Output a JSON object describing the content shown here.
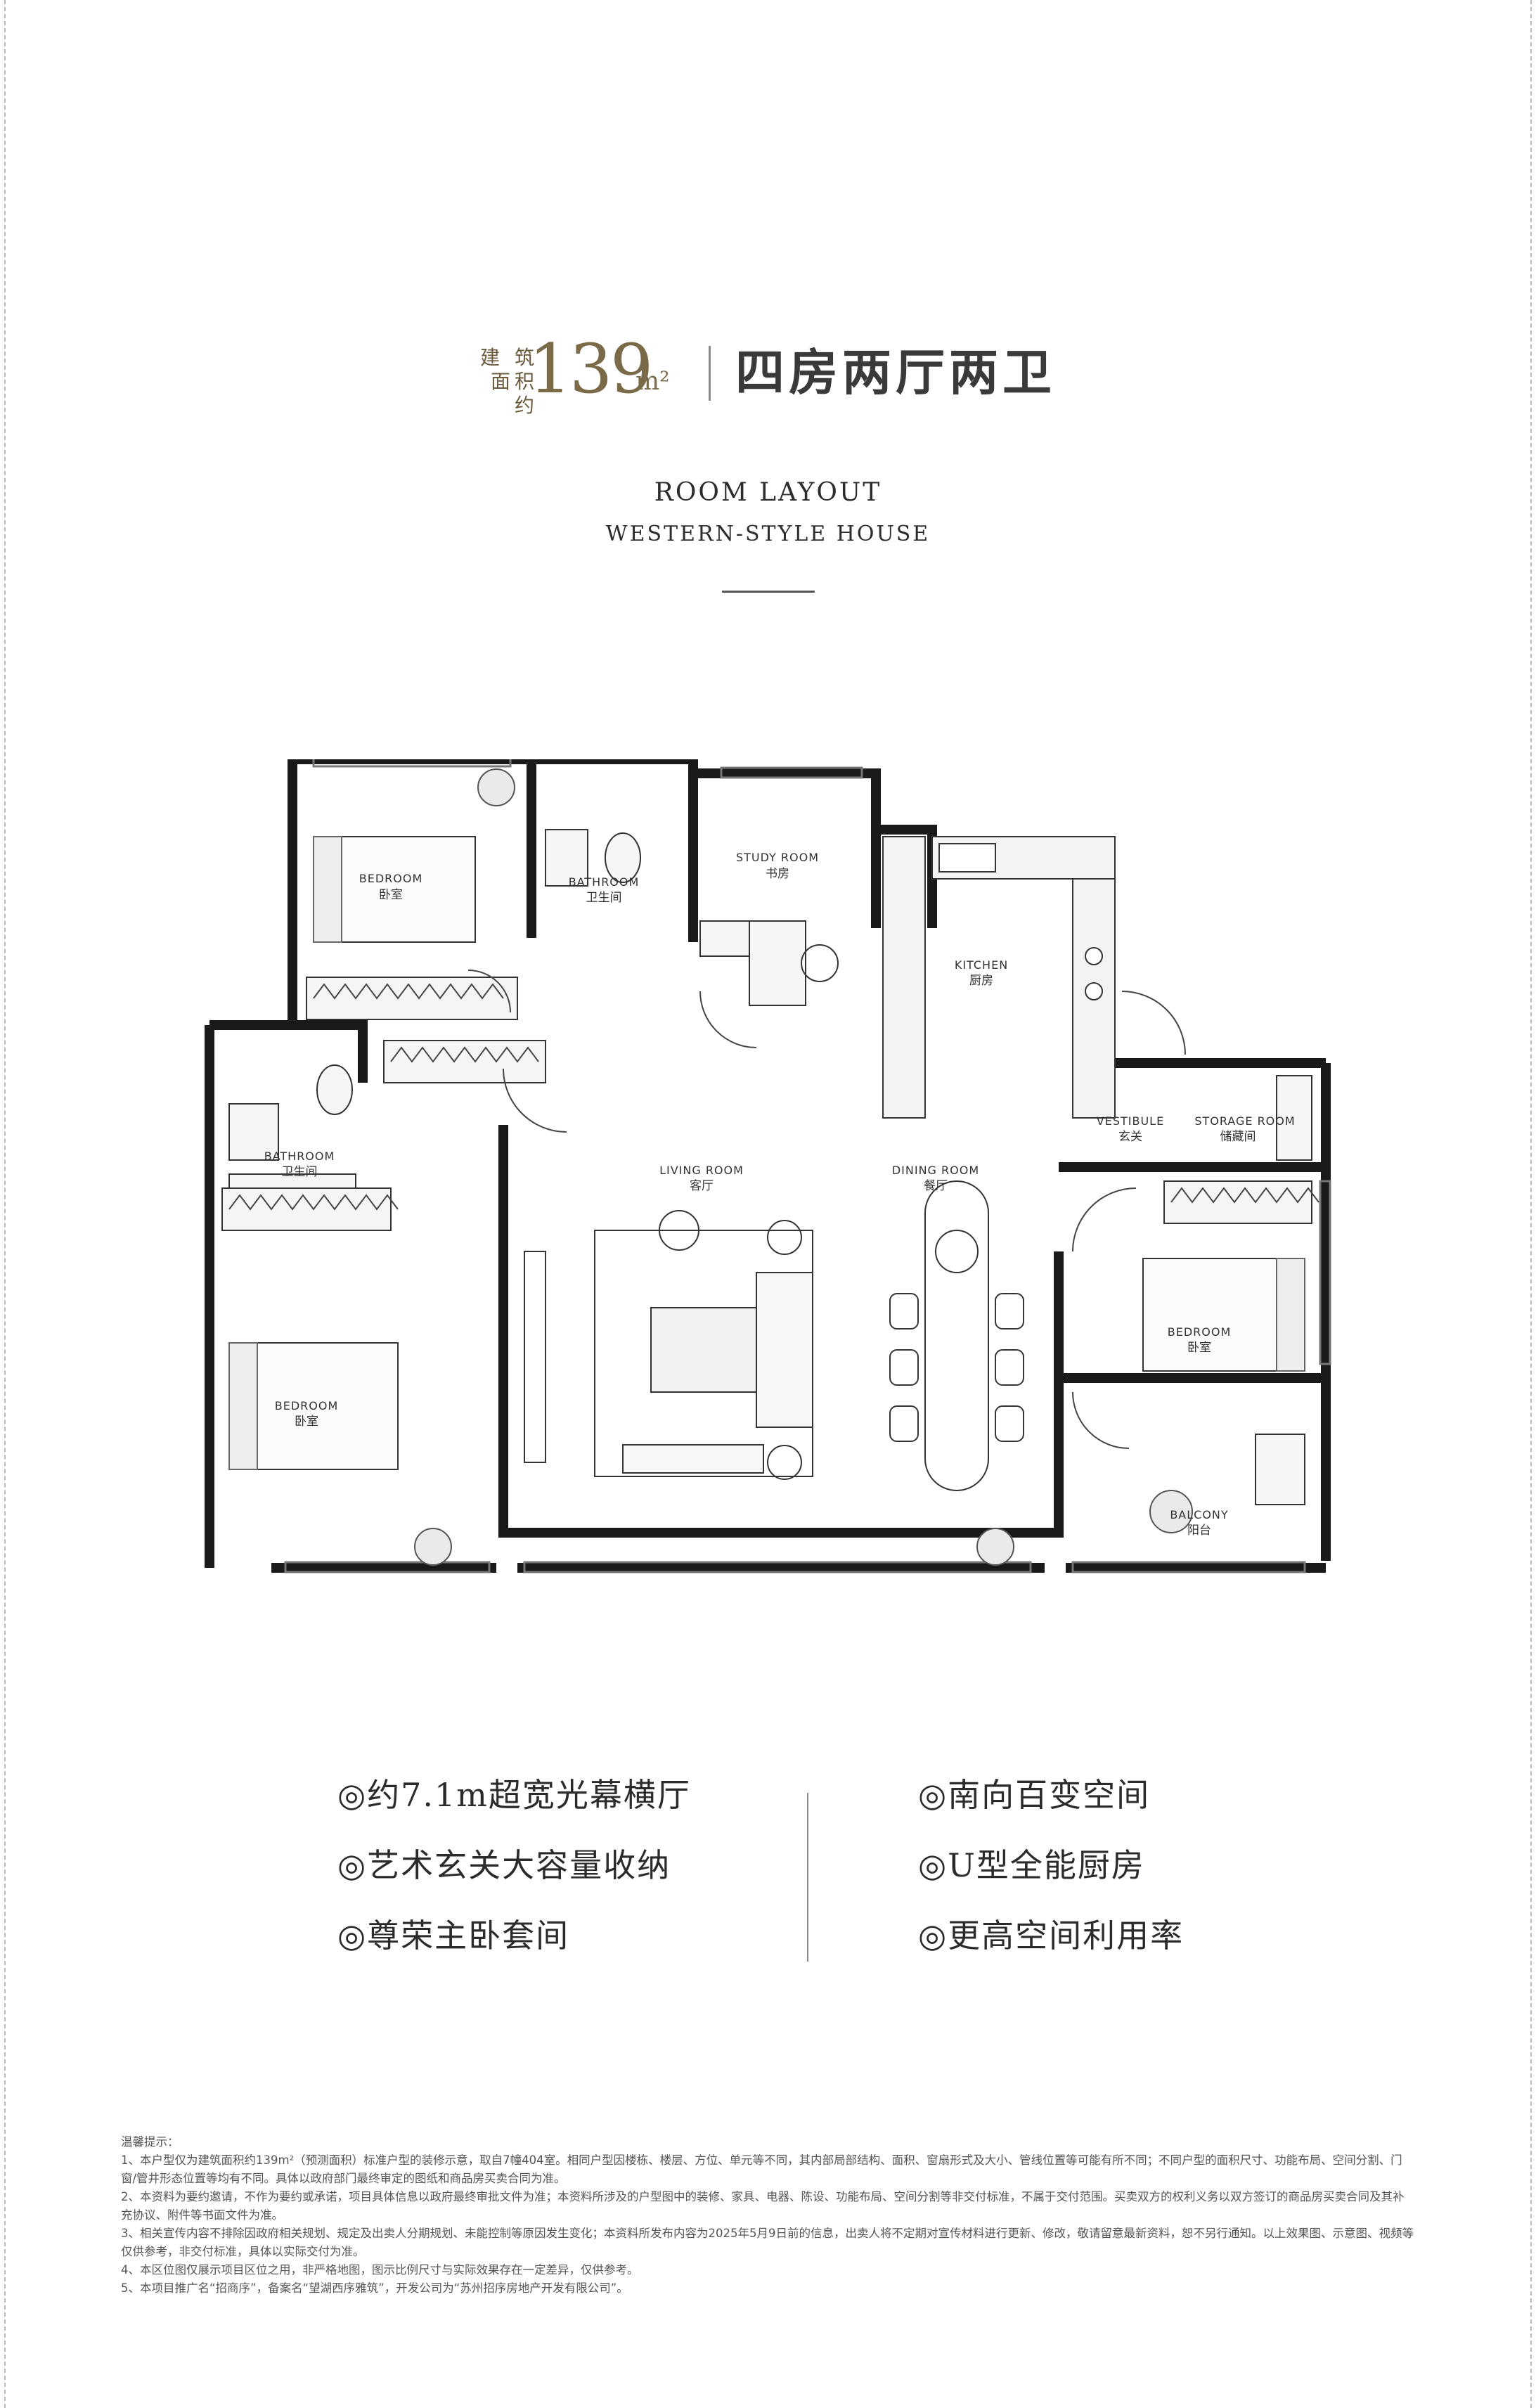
{
  "header": {
    "area_label": "建 筑面积约",
    "area_value": "139",
    "area_unit": "m²",
    "layout_type": "四房两厅两卫"
  },
  "subtitle": {
    "line1": "ROOM LAYOUT",
    "line2": "WESTERN-STYLE HOUSE"
  },
  "rooms": {
    "bedroom_nw": {
      "en": "BEDROOM",
      "cn": "卧室"
    },
    "bathroom_n": {
      "en": "BATHROOM",
      "cn": "卫生间"
    },
    "study": {
      "en": "STUDY ROOM",
      "cn": "书房"
    },
    "kitchen": {
      "en": "KITCHEN",
      "cn": "厨房"
    },
    "bathroom_w": {
      "en": "BATHROOM",
      "cn": "卫生间"
    },
    "living": {
      "en": "LIVING ROOM",
      "cn": "客厅"
    },
    "dining": {
      "en": "DINING ROOM",
      "cn": "餐厅"
    },
    "vestibule": {
      "en": "VESTIBULE",
      "cn": "玄关"
    },
    "storage": {
      "en": "STORAGE ROOM",
      "cn": "储藏间"
    },
    "bedroom_e": {
      "en": "BEDROOM",
      "cn": "卧室"
    },
    "bedroom_sw": {
      "en": "BEDROOM",
      "cn": "卧室"
    },
    "balcony": {
      "en": "BALCONY",
      "cn": "阳台"
    }
  },
  "features": {
    "left": [
      "◎约7.1m超宽光幕横厅",
      "◎艺术玄关大容量收纳",
      "◎尊荣主卧套间"
    ],
    "right": [
      "◎南向百变空间",
      "◎U型全能厨房",
      "◎更高空间利用率"
    ]
  },
  "notes": {
    "title": "温馨提示：",
    "items": [
      "1、本户型仅为建筑面积约139m²（预测面积）标准户型的装修示意，取自7幢404室。相同户型因楼栋、楼层、方位、单元等不同，其内部局部结构、面积、窗扇形式及大小、管线位置等可能有所不同；不同户型的面积尺寸、功能布局、空间分割、门窗/管井形态位置等均有不同。具体以政府部门最终审定的图纸和商品房买卖合同为准。",
      "2、本资料为要约邀请，不作为要约或承诺，项目具体信息以政府最终审批文件为准；本资料所涉及的户型图中的装修、家具、电器、陈设、功能布局、空间分割等非交付标准，不属于交付范围。买卖双方的权利义务以双方签订的商品房买卖合同及其补充协议、附件等书面文件为准。",
      "3、相关宣传内容不排除因政府相关规划、规定及出卖人分期规划、未能控制等原因发生变化；本资料所发布内容为2025年5月9日前的信息，出卖人将不定期对宣传材料进行更新、修改，敬请留意最新资料，恕不另行通知。以上效果图、示意图、视频等仅供参考，非交付标准，具体以实际交付为准。",
      "4、本区位图仅展示项目区位之用，非严格地图，图示比例尺寸与实际效果存在一定差异，仅供参考。",
      "5、本项目推广名“招商序”，备案名“望湖西序雅筑”，开发公司为“苏州招序房地产开发有限公司”。"
    ]
  },
  "colors": {
    "accent_gold": "#7a6a48",
    "wall": "#1a1a1a",
    "text": "#2b2b2b"
  }
}
